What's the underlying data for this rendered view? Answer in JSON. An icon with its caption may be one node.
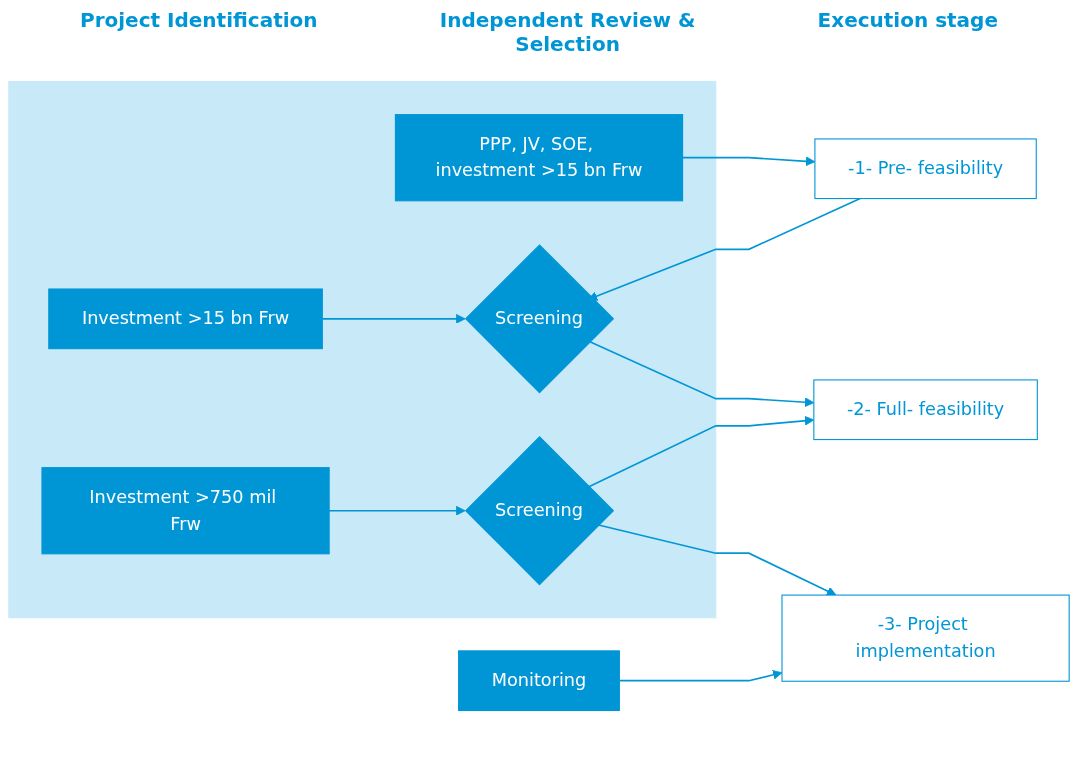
{
  "diagram": {
    "nodes": [
      {
        "text": [],
        "shape": "box"
      },
      {
        "text": [
          "PPP, JV, SOE, investment >15 bn Frw"
        ],
        "in": 0
      },
      {
        "text": [
          "Investment >15 bn Frw"
        ],
        "in": 0
      },
      {
        "text": [
          "Screening"
        ],
        "in": 0
      },
      {
        "text": [
          "Investment >750 mil Frw"
        ],
        "in": 0
      },
      {
        "text": [
          "Screening"
        ],
        "in": 0
      },
      {
        "text": [
          "-1- Pre- feasibility"
        ]
      },
      {
        "text": [
          "-2- Full- feasibility"
        ]
      },
      {
        "text": [
          "Monitoring"
        ]
      },
      {
        "text": [
          "-3- Project implementation"
        ]
      }
    ],
    "edges": [
      {
        "from": 1,
        "to": 6,
        "arrow": "to"
      },
      {
        "from": 6,
        "to": 3,
        "arrow": "to"
      },
      {
        "from": 2,
        "to": 3,
        "arrow": "to"
      },
      {
        "from": 3,
        "to": 7,
        "arrow": "to"
      },
      {
        "from": 4,
        "to": 5,
        "arrow": "to"
      },
      {
        "from": 5,
        "to": 7,
        "arrow": "to"
      },
      {
        "from": 5,
        "to": 9,
        "arrow": "to"
      },
      {
        "from": 8,
        "to": 9,
        "arrow": "to"
      }
    ],
    "labels": [
      "Project Identification",
      "Independent Review & Selection",
      "Execution stage"
    ]
  }
}
